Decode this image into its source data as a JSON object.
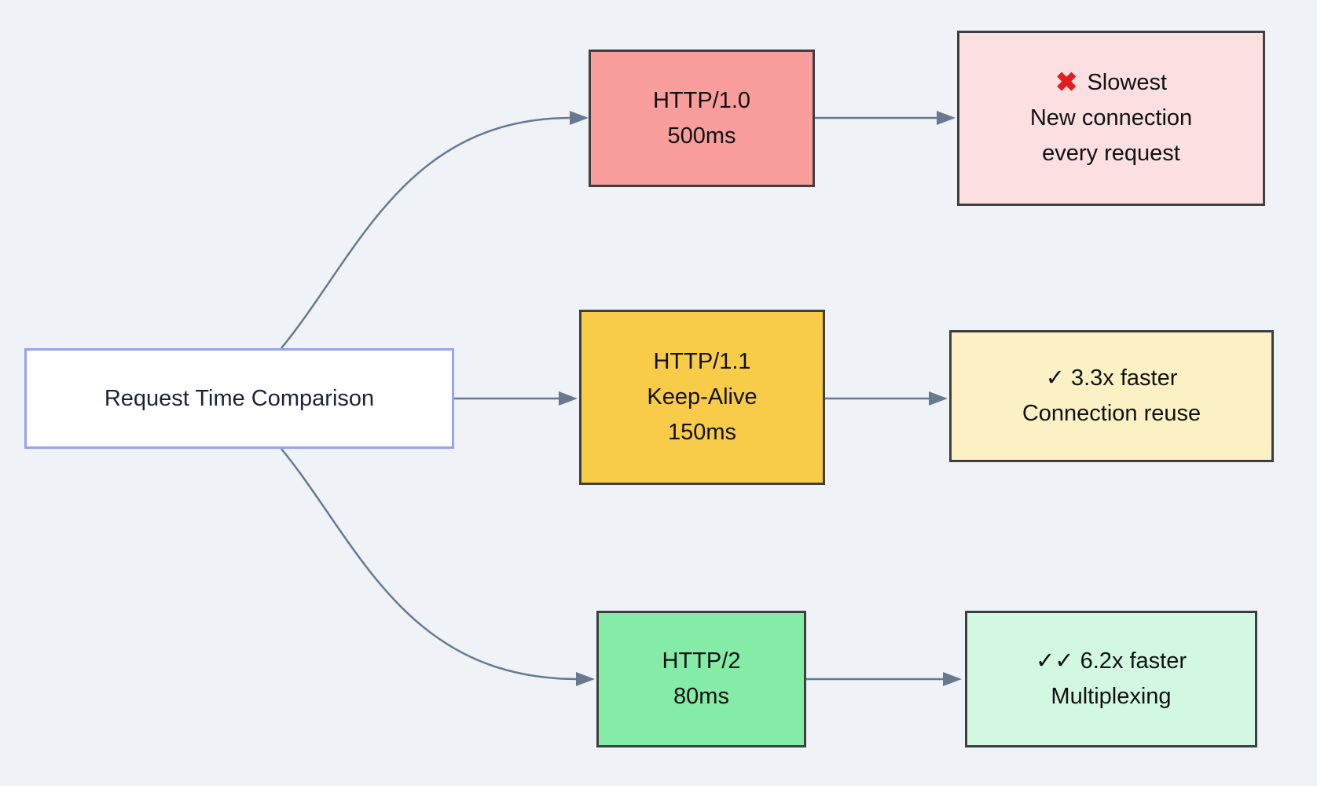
{
  "diagram": {
    "background": "#eff2f7",
    "edge_color": "#68798f",
    "root": {
      "label": "Request Time Comparison",
      "fill": "#ffffff",
      "border": "#98a2f0",
      "text_color": "#1a2438"
    },
    "node_border": "#3f3f3f",
    "nodes": [
      {
        "id": "http10",
        "lines": [
          "HTTP/1.0",
          "500ms"
        ],
        "fill": "#f99d9d",
        "border": "#3f3f3f"
      },
      {
        "id": "http11",
        "lines": [
          "HTTP/1.1",
          "Keep-Alive",
          "150ms"
        ],
        "fill": "#f8cc48",
        "border": "#3f3f3f"
      },
      {
        "id": "http2",
        "lines": [
          "HTTP/2",
          "80ms"
        ],
        "fill": "#84eca6",
        "border": "#3f3f3f"
      },
      {
        "id": "slowest",
        "icon": "✖",
        "icon_color": "#e11d1d",
        "lines": [
          "Slowest",
          "New connection",
          "every request"
        ],
        "fill": "#fcdfe1",
        "border": "#3f3f3f"
      },
      {
        "id": "faster33",
        "lines": [
          "✓ 3.3x faster",
          "Connection reuse"
        ],
        "fill": "#fcf1c5",
        "border": "#3f3f3f"
      },
      {
        "id": "faster62",
        "lines": [
          "✓✓ 6.2x faster",
          "Multiplexing"
        ],
        "fill": "#d2f8e1",
        "border": "#3f3f3f"
      }
    ]
  }
}
